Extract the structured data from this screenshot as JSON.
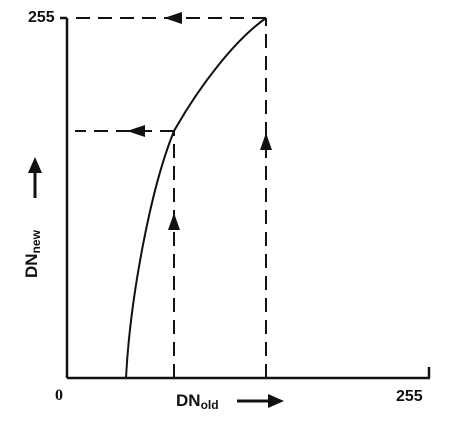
{
  "figure": {
    "y_tick_top": "255",
    "x_tick_origin": "0",
    "x_tick_end": "255",
    "x_axis_label": {
      "main": "DN",
      "sub": "old"
    },
    "y_axis_label": {
      "main": "DN",
      "sub": "new"
    },
    "line_color": "#111111"
  }
}
